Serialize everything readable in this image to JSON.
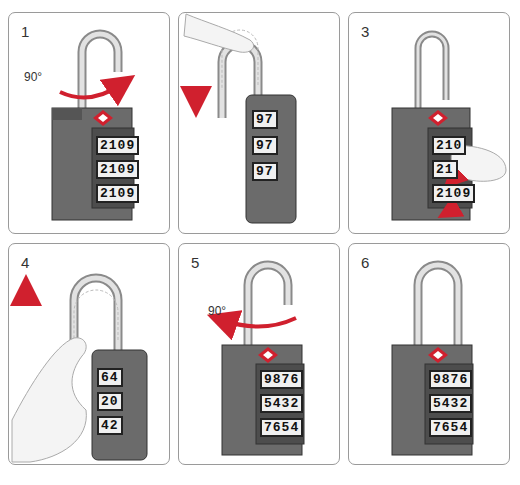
{
  "diagram": {
    "nodes": [
      {
        "text": [
          "1"
        ]
      },
      {
        "text": [
          "2"
        ]
      },
      {
        "text": [
          "3"
        ]
      },
      {
        "text": [
          "4"
        ]
      },
      {
        "text": [
          "5"
        ]
      },
      {
        "text": [
          "6"
        ]
      }
    ],
    "labels": [
      "90°",
      "2109",
      "2109",
      "2109",
      "97",
      "97",
      "97",
      "210",
      "21",
      "2109",
      "64",
      "20",
      "42",
      "90°",
      "9876",
      "5432",
      "7654",
      "9876",
      "5432",
      "7654"
    ]
  }
}
